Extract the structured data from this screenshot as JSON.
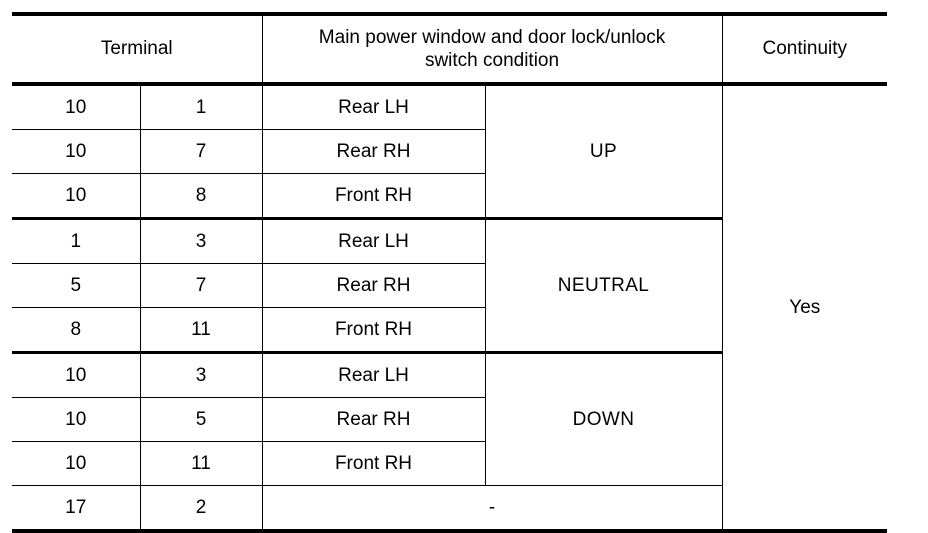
{
  "table": {
    "headers": {
      "terminal": "Terminal",
      "condition_line1": "Main power window and door lock/unlock",
      "condition_line2": "switch condition",
      "continuity": "Continuity"
    },
    "groups": [
      {
        "condition": "UP",
        "rows": [
          {
            "terminal_a": "10",
            "terminal_b": "1",
            "door": "Rear LH"
          },
          {
            "terminal_a": "10",
            "terminal_b": "7",
            "door": "Rear RH"
          },
          {
            "terminal_a": "10",
            "terminal_b": "8",
            "door": "Front RH"
          }
        ]
      },
      {
        "condition": "NEUTRAL",
        "rows": [
          {
            "terminal_a": "1",
            "terminal_b": "3",
            "door": "Rear LH"
          },
          {
            "terminal_a": "5",
            "terminal_b": "7",
            "door": "Rear RH"
          },
          {
            "terminal_a": "8",
            "terminal_b": "11",
            "door": "Front RH"
          }
        ]
      },
      {
        "condition": "DOWN",
        "rows": [
          {
            "terminal_a": "10",
            "terminal_b": "3",
            "door": "Rear LH"
          },
          {
            "terminal_a": "10",
            "terminal_b": "5",
            "door": "Rear RH"
          },
          {
            "terminal_a": "10",
            "terminal_b": "11",
            "door": "Front RH"
          }
        ]
      }
    ],
    "final_row": {
      "terminal_a": "17",
      "terminal_b": "2",
      "condition": "-"
    },
    "continuity_value": "Yes"
  },
  "colors": {
    "rule": "#000000",
    "text": "#000000",
    "background": "#ffffff"
  }
}
